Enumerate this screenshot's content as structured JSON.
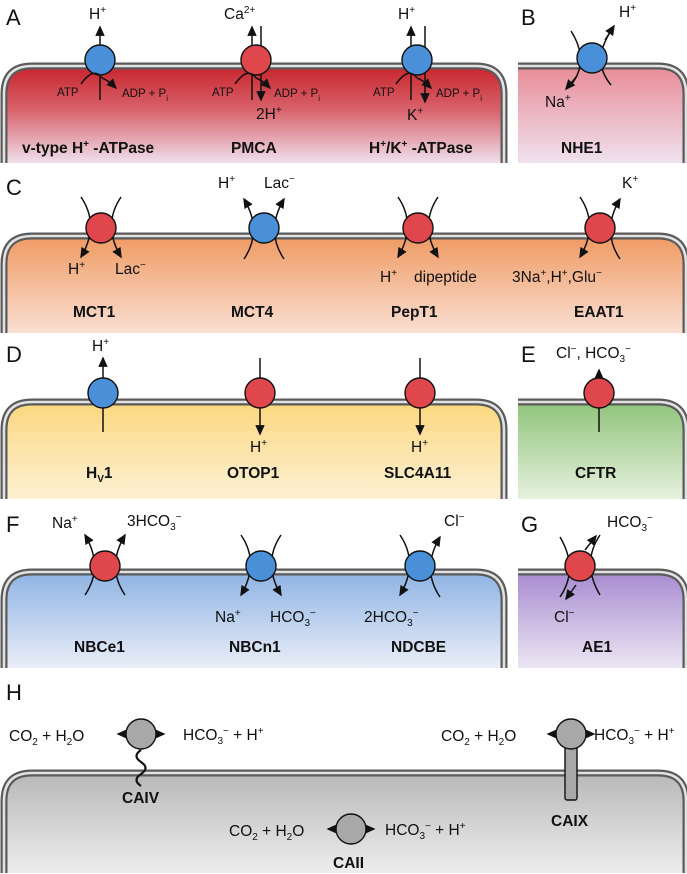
{
  "A": {
    "letter": "A",
    "vatpase": {
      "ion_out": "H",
      "ion_out_sup": "+",
      "atp": "ATP",
      "adp": "ADP + P",
      "adp_sub": "i",
      "name_a": "v-type H",
      "name_sup": "+",
      "name_b": " -ATPase"
    },
    "pmca": {
      "ion_out": "Ca",
      "ion_out_sup": "2+",
      "ion_in": "2H",
      "ion_in_sup": "+",
      "atp": "ATP",
      "adp": "ADP + P",
      "adp_sub": "i",
      "name": "PMCA"
    },
    "hkatpase": {
      "ion_out": "H",
      "ion_out_sup": "+",
      "ion_in": "K",
      "ion_in_sup": "+",
      "atp": "ATP",
      "adp": "ADP + P",
      "adp_sub": "i",
      "name_a": "H",
      "name_sup1": "+",
      "name_b": "/K",
      "name_sup2": "+",
      "name_c": " -ATPase"
    }
  },
  "B": {
    "letter": "B",
    "nhe1": {
      "ion_out": "H",
      "ion_out_sup": "+",
      "ion_in": "Na",
      "ion_in_sup": "+",
      "name": "NHE1"
    }
  },
  "C": {
    "letter": "C",
    "mct1": {
      "ion_in1": "H",
      "ion_in1_sup": "+",
      "ion_in2": "Lac",
      "ion_in2_sup": "−",
      "name": "MCT1"
    },
    "mct4": {
      "ion_out1": "H",
      "ion_out1_sup": "+",
      "ion_out2": "Lac",
      "ion_out2_sup": "−",
      "name": "MCT4"
    },
    "pept1": {
      "ion_in1": "H",
      "ion_in1_sup": "+",
      "ion_in2": "dipeptide",
      "name": "PepT1"
    },
    "eaat1": {
      "ion_out": "K",
      "ion_out_sup": "+",
      "ion_in_a": "3Na",
      "ion_in_sup1": "+",
      "ion_in_b": ",H",
      "ion_in_sup2": "+",
      "ion_in_c": ",Glu",
      "ion_in_sup3": "−",
      "name": "EAAT1"
    }
  },
  "D": {
    "letter": "D",
    "hv1": {
      "ion_out": "H",
      "ion_out_sup": "+",
      "name": "H",
      "name_sub": "V",
      "name_b": "1"
    },
    "otop1": {
      "ion_in": "H",
      "ion_in_sup": "+",
      "name": "OTOP1"
    },
    "slc4a11": {
      "ion_in": "H",
      "ion_in_sup": "+",
      "name": "SLC4A11"
    }
  },
  "E": {
    "letter": "E",
    "cftr": {
      "ion_a": "Cl",
      "ion_sup1": "−",
      "ion_b": ", HCO",
      "ion_sub": "3",
      "ion_sup2": "−",
      "name": "CFTR"
    }
  },
  "F": {
    "letter": "F",
    "nbce1": {
      "ion_out1": "Na",
      "ion_out1_sup": "+",
      "ion_out2": "3HCO",
      "ion_out2_sub": "3",
      "ion_out2_sup": "−",
      "name": "NBCe1"
    },
    "nbcn1": {
      "ion_in1": "Na",
      "ion_in1_sup": "+",
      "ion_in2": "HCO",
      "ion_in2_sub": "3",
      "ion_in2_sup": "−",
      "name": "NBCn1"
    },
    "ndcbe": {
      "ion_out": "Cl",
      "ion_out_sup": "−",
      "ion_in": "2HCO",
      "ion_in_sub": "3",
      "ion_in_sup": "−",
      "name": "NDCBE"
    }
  },
  "G": {
    "letter": "G",
    "ae1": {
      "ion_out": "HCO",
      "ion_out_sub": "3",
      "ion_out_sup": "−",
      "ion_in": "Cl",
      "ion_in_sup": "−",
      "name": "AE1"
    }
  },
  "H": {
    "letter": "H",
    "caiv": {
      "left_a": "CO",
      "left_sub1": "2",
      "left_b": " + H",
      "left_sub2": "2",
      "left_c": "O",
      "right_a": "HCO",
      "right_sub": "3",
      "right_sup1": "−",
      "right_b": " + H",
      "right_sup2": "+",
      "name": "CAIV"
    },
    "caix": {
      "left_a": "CO",
      "left_sub1": "2",
      "left_b": " + H",
      "left_sub2": "2",
      "left_c": "O",
      "right_a": "HCO",
      "right_sub": "3",
      "right_sup1": "−",
      "right_b": " + H",
      "right_sup2": "+",
      "name": "CAIX"
    },
    "caii": {
      "left_a": "CO",
      "left_sub1": "2",
      "left_b": " + H",
      "left_sub2": "2",
      "left_c": "O",
      "right_a": "HCO",
      "right_sub": "3",
      "right_sup1": "−",
      "right_b": " + H",
      "right_sup2": "+",
      "name": "CAII"
    }
  },
  "colors": {
    "panel_A": "#c8242c",
    "panel_B": "#e88c97",
    "panel_C": "#f09a62",
    "panel_D": "#fbd77e",
    "panel_E": "#8fc47a",
    "panel_F": "#8fb3e4",
    "panel_G": "#a78bd0",
    "panel_H": "#b8b8b8",
    "protein_red": "#e0474c",
    "protein_blue": "#4a90d9",
    "protein_grey": "#a8a8a8"
  }
}
